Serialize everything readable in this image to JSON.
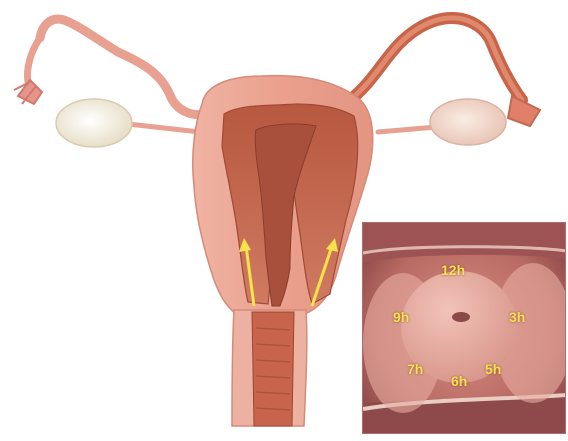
{
  "figure": {
    "illustration_subject": "uterus-cervix-anatomy",
    "photo_subject": "cervix-speculum-view"
  },
  "clock_positions": {
    "p12": "12h",
    "p9": "9h",
    "p3": "3h",
    "p7": "7h",
    "p6": "6h",
    "p5": "5h"
  },
  "colors": {
    "label": "#f6e24a",
    "arrow": "#f6e24a",
    "tissue": "#e9a08f",
    "muscle": "#c8705e",
    "ovary": "#f1ead7"
  }
}
